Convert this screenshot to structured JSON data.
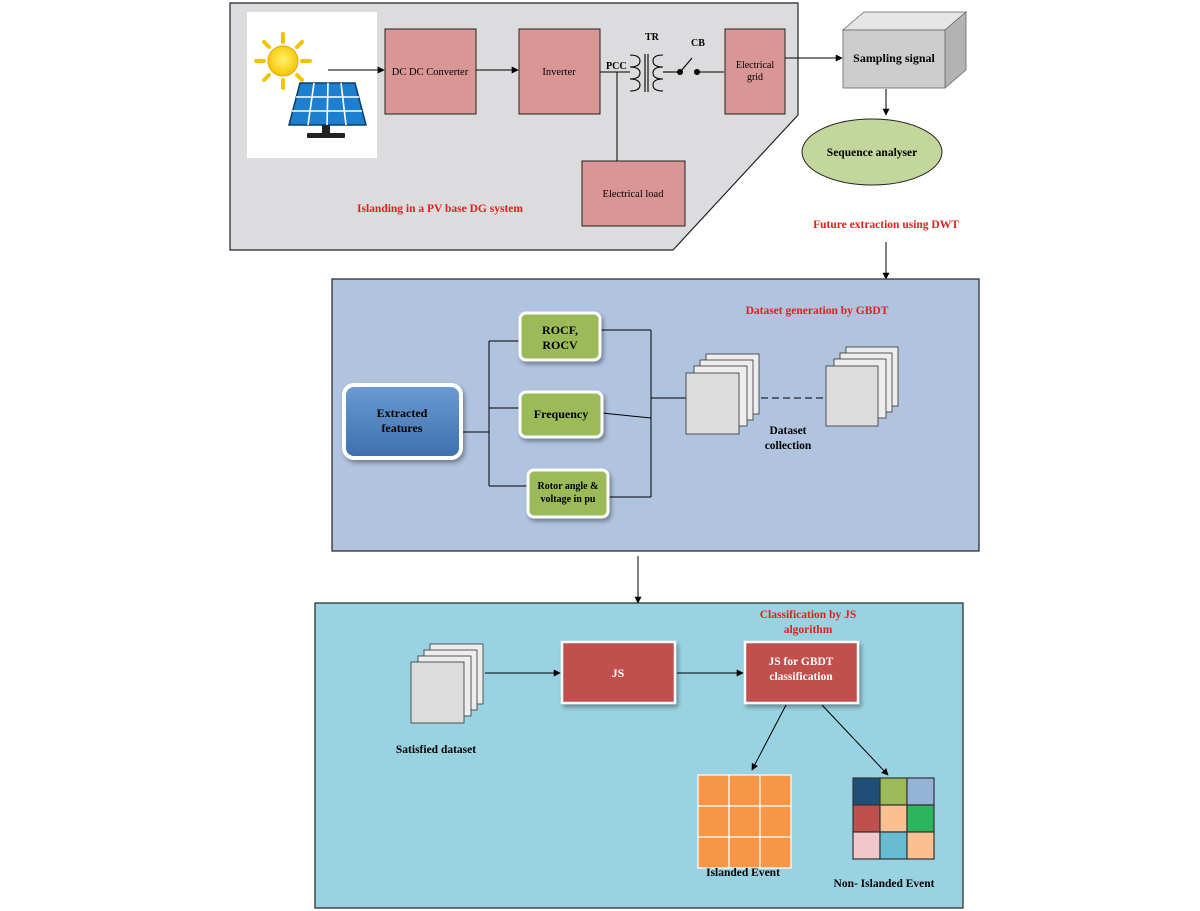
{
  "colors": {
    "panel1": "#dcdcde",
    "panel2": "#b0c3df",
    "panel3": "#99d3e1",
    "pink_block": "#d99694",
    "green_block": "#9bbb59",
    "blue_block": "#4f81bd",
    "red_block": "#c0504d",
    "ellipse": "#c3d69b",
    "red_text": "#e0211b",
    "orange_grid": "#f79646"
  },
  "panel1": {
    "caption": "Islanding in a PV base DG system",
    "dcdc": "DC DC Converter",
    "inverter": "Inverter",
    "pcc": "PCC",
    "tr": "TR",
    "cb": "CB",
    "grid_line1": "Electrical",
    "grid_line2": "grid",
    "load": "Electrical load",
    "icons": [
      "sun-icon",
      "solar-panel-icon",
      "transformer-icon",
      "breaker-switch-icon"
    ]
  },
  "sampling": "Sampling signal",
  "sequence": "Sequence analyser",
  "feature_extraction": "Future extraction using DWT",
  "panel2": {
    "title": "Dataset generation by GBDT",
    "extracted_line1": "Extracted",
    "extracted_line2": "features",
    "rocf_line1": "ROCF,",
    "rocf_line2": "ROCV",
    "frequency": "Frequency",
    "rotor_line1": "Rotor angle &",
    "rotor_line2": "voltage in pu",
    "dataset_line1": "Dataset",
    "dataset_line2": "collection"
  },
  "panel3": {
    "title_line1": "Classification by JS",
    "title_line2": "algorithm",
    "satisfied": "Satisfied dataset",
    "js": "JS",
    "js_gbdt_line1": "JS for GBDT",
    "js_gbdt_line2": "classification",
    "islanded": "Islanded Event",
    "non_islanded": "Non- Islanded Event",
    "mosaic_colors": [
      "#1f4e79",
      "#9bbb59",
      "#95b3d7",
      "#c0504d",
      "#fac090",
      "#2db55d",
      "#f2c7cc",
      "#67bcd1",
      "#fac090"
    ]
  }
}
